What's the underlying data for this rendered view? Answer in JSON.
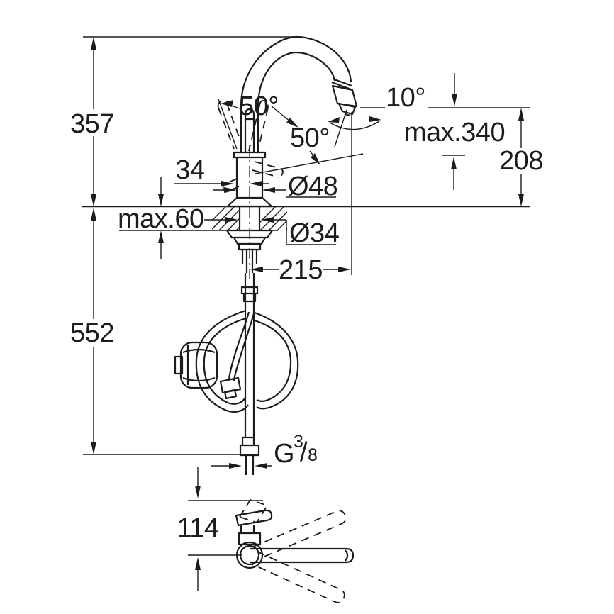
{
  "colors": {
    "background": "#ffffff",
    "ink": "#1c1c1c"
  },
  "drawing": {
    "kind": "technical dimension drawing",
    "subject": "kitchen mixer tap with high C-spout, pull-out spray, mounting hoses and swivel range view"
  },
  "dimensions": {
    "overall_height": "357",
    "below_deck_length": "552",
    "spout_height": "208",
    "spout_reach": "215",
    "lever_offset": "34",
    "deck_thickness": "max.60",
    "body_diameter": "Ø48",
    "hole_diameter": "Ø34",
    "spray_tilt": "10°",
    "max_clearance": "max.340",
    "lever_angle_side": "50°",
    "lever_angle_front": "50°",
    "base_height": "114",
    "thread_letter": "G",
    "thread_numerator": "3",
    "thread_slash": "/",
    "thread_denominator": "8"
  }
}
